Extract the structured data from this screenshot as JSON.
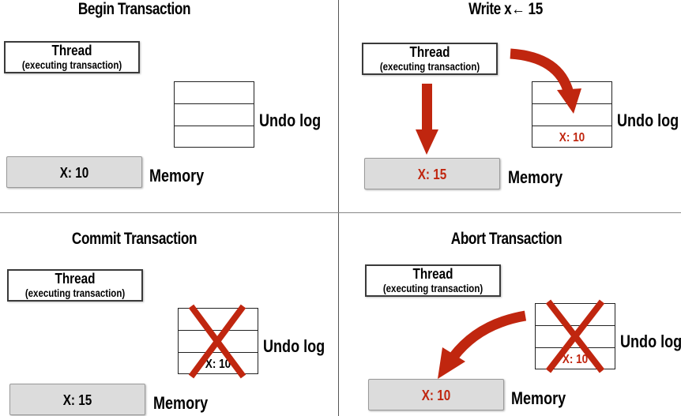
{
  "panels": {
    "begin": {
      "title": "Begin Transaction",
      "thread_label": "Thread",
      "thread_sub": "(executing transaction)",
      "undo_label": "Undo log",
      "undo_entry": "",
      "memory_value": "X: 10",
      "memory_label": "Memory"
    },
    "write": {
      "title": "Write  x← 15",
      "thread_label": "Thread",
      "thread_sub": "(executing transaction)",
      "undo_label": "Undo log",
      "undo_entry": "X: 10",
      "memory_value": "X: 15",
      "memory_label": "Memory"
    },
    "commit": {
      "title": "Commit Transaction",
      "thread_label": "Thread",
      "thread_sub": "(executing transaction)",
      "undo_label": "Undo log",
      "undo_entry": "X: 10",
      "memory_value": "X: 15",
      "memory_label": "Memory"
    },
    "abort": {
      "title": "Abort Transaction",
      "thread_label": "Thread",
      "thread_sub": "(executing transaction)",
      "undo_label": "Undo log",
      "undo_entry": "X: 10",
      "memory_value": "X: 10",
      "memory_label": "Memory"
    }
  },
  "colors": {
    "accent_red": "#c0260f",
    "memory_fill": "#dcdcdc"
  }
}
